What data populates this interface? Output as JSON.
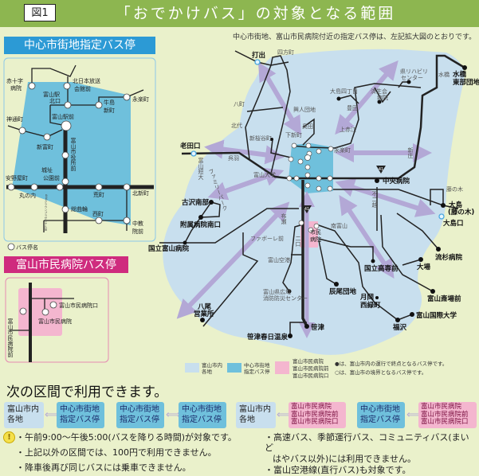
{
  "header": {
    "figure_label": "図1",
    "title": "「おでかけバス」の対象となる範囲"
  },
  "subtitle": "中心市街地、富山市民病院付近の指定バス停は、左記拡大図のとおりです。",
  "center_panel": {
    "title": "中心市街地指定バス停",
    "stops": [
      "赤十字",
      "病院",
      "北日本放送",
      "会館前",
      "富山駅",
      "北口",
      "牛島",
      "新町",
      "永楽町",
      "富山駅前",
      "神通町",
      "新富町",
      "富山市役所前",
      "城址",
      "公園前",
      "安野屋町",
      "丸の内",
      "ANAクラウンプラザホテル前",
      "荒町",
      "北新町",
      "総曲輪",
      "西町",
      "中教",
      "院前"
    ],
    "legend": "バス停名"
  },
  "hospital_panel": {
    "title": "富山市民病院バス停",
    "stops": [
      "富山市民病院口",
      "富山市民病院",
      "富山市民病院前"
    ]
  },
  "map": {
    "labels": [
      "打出",
      "四方町",
      "八町",
      "北代",
      "呉羽",
      "新桜谷町",
      "老田口",
      "富山短大",
      "富山大学",
      "ファミリーパーク",
      "古沢南部",
      "附属病院南口",
      "国立富山病院",
      "布瀬",
      "ファボーレ前",
      "富山空港",
      "富山県広域",
      "消防防災センター",
      "八尾",
      "営業所",
      "笹津春日温泉",
      "笹津",
      "市民",
      "病院",
      "二口",
      "南富山",
      "国立高専前",
      "大場",
      "流杉病院",
      "大島",
      "(藤の木)",
      "大島口",
      "藤の木",
      "中央病院",
      "不二越",
      "新庄",
      "水橋",
      "東部団地",
      "水橋",
      "県リハビリ",
      "センター",
      "済生会",
      "病院",
      "大島四丁目",
      "豊田",
      "上赤江",
      "永楽町",
      "興人団地",
      "奥田",
      "下新町",
      "辰尾団地",
      "月岡",
      "西緑町",
      "福沢",
      "富山国際大学",
      "富山斎場前",
      "41"
    ],
    "legend": {
      "city": "富山市内各地",
      "center": "中心市街地指定バス停",
      "hospital": [
        "富山市民病院",
        "富山市民病院前",
        "富山市民病院口"
      ],
      "terminal_note": "●は、富山市内の運行で終点となるバス停です。",
      "boundary_note": "○は、富山市の境界となるバス停です。"
    }
  },
  "usage": {
    "heading": "次の区間で利用できます。",
    "pairs": [
      {
        "from": "富山市内各地",
        "to": "中心市街地指定バス停"
      },
      {
        "from": "中心市街地指定バス停",
        "to": "中心市街地指定バス停"
      },
      {
        "from": "富山市内各地",
        "to": "富山市民病院 富山市民病院前 富山市民病院口"
      },
      {
        "from": "中心市街地指定バス停",
        "to": "富山市民病院 富山市民病院前 富山市民病院口"
      }
    ],
    "box_text": {
      "city1": "富山市内",
      "city2": "各地",
      "center1": "中心市街地",
      "center2": "指定バス停",
      "h1": "富山市民病院",
      "h2": "富山市民病院前",
      "h3": "富山市民病院口"
    },
    "arrow": "⟺"
  },
  "notes": {
    "left": [
      "・午前9:00～午後5:00(バスを降りる時間)が対象です。",
      "・上記以外の区間では、100円で利用できません。",
      "・降車後再び同じバスには乗車できません。"
    ],
    "right": [
      "・高速バス、季節運行バス、コミュニティバス(まいど",
      "はやバス以外)には利用できません。",
      "・富山空港線(直行バス)も対象です。"
    ],
    "warn": "!"
  },
  "colors": {
    "header": "#8db650",
    "background": "#eaf1cb",
    "city_area": "#c8dfee",
    "center_area": "#6fc0dc",
    "hospital_area": "#f4b6cf",
    "arrows": "#b3a8d6",
    "center_bar": "#2c9ad5",
    "hospital_bar": "#cf2b7e"
  }
}
